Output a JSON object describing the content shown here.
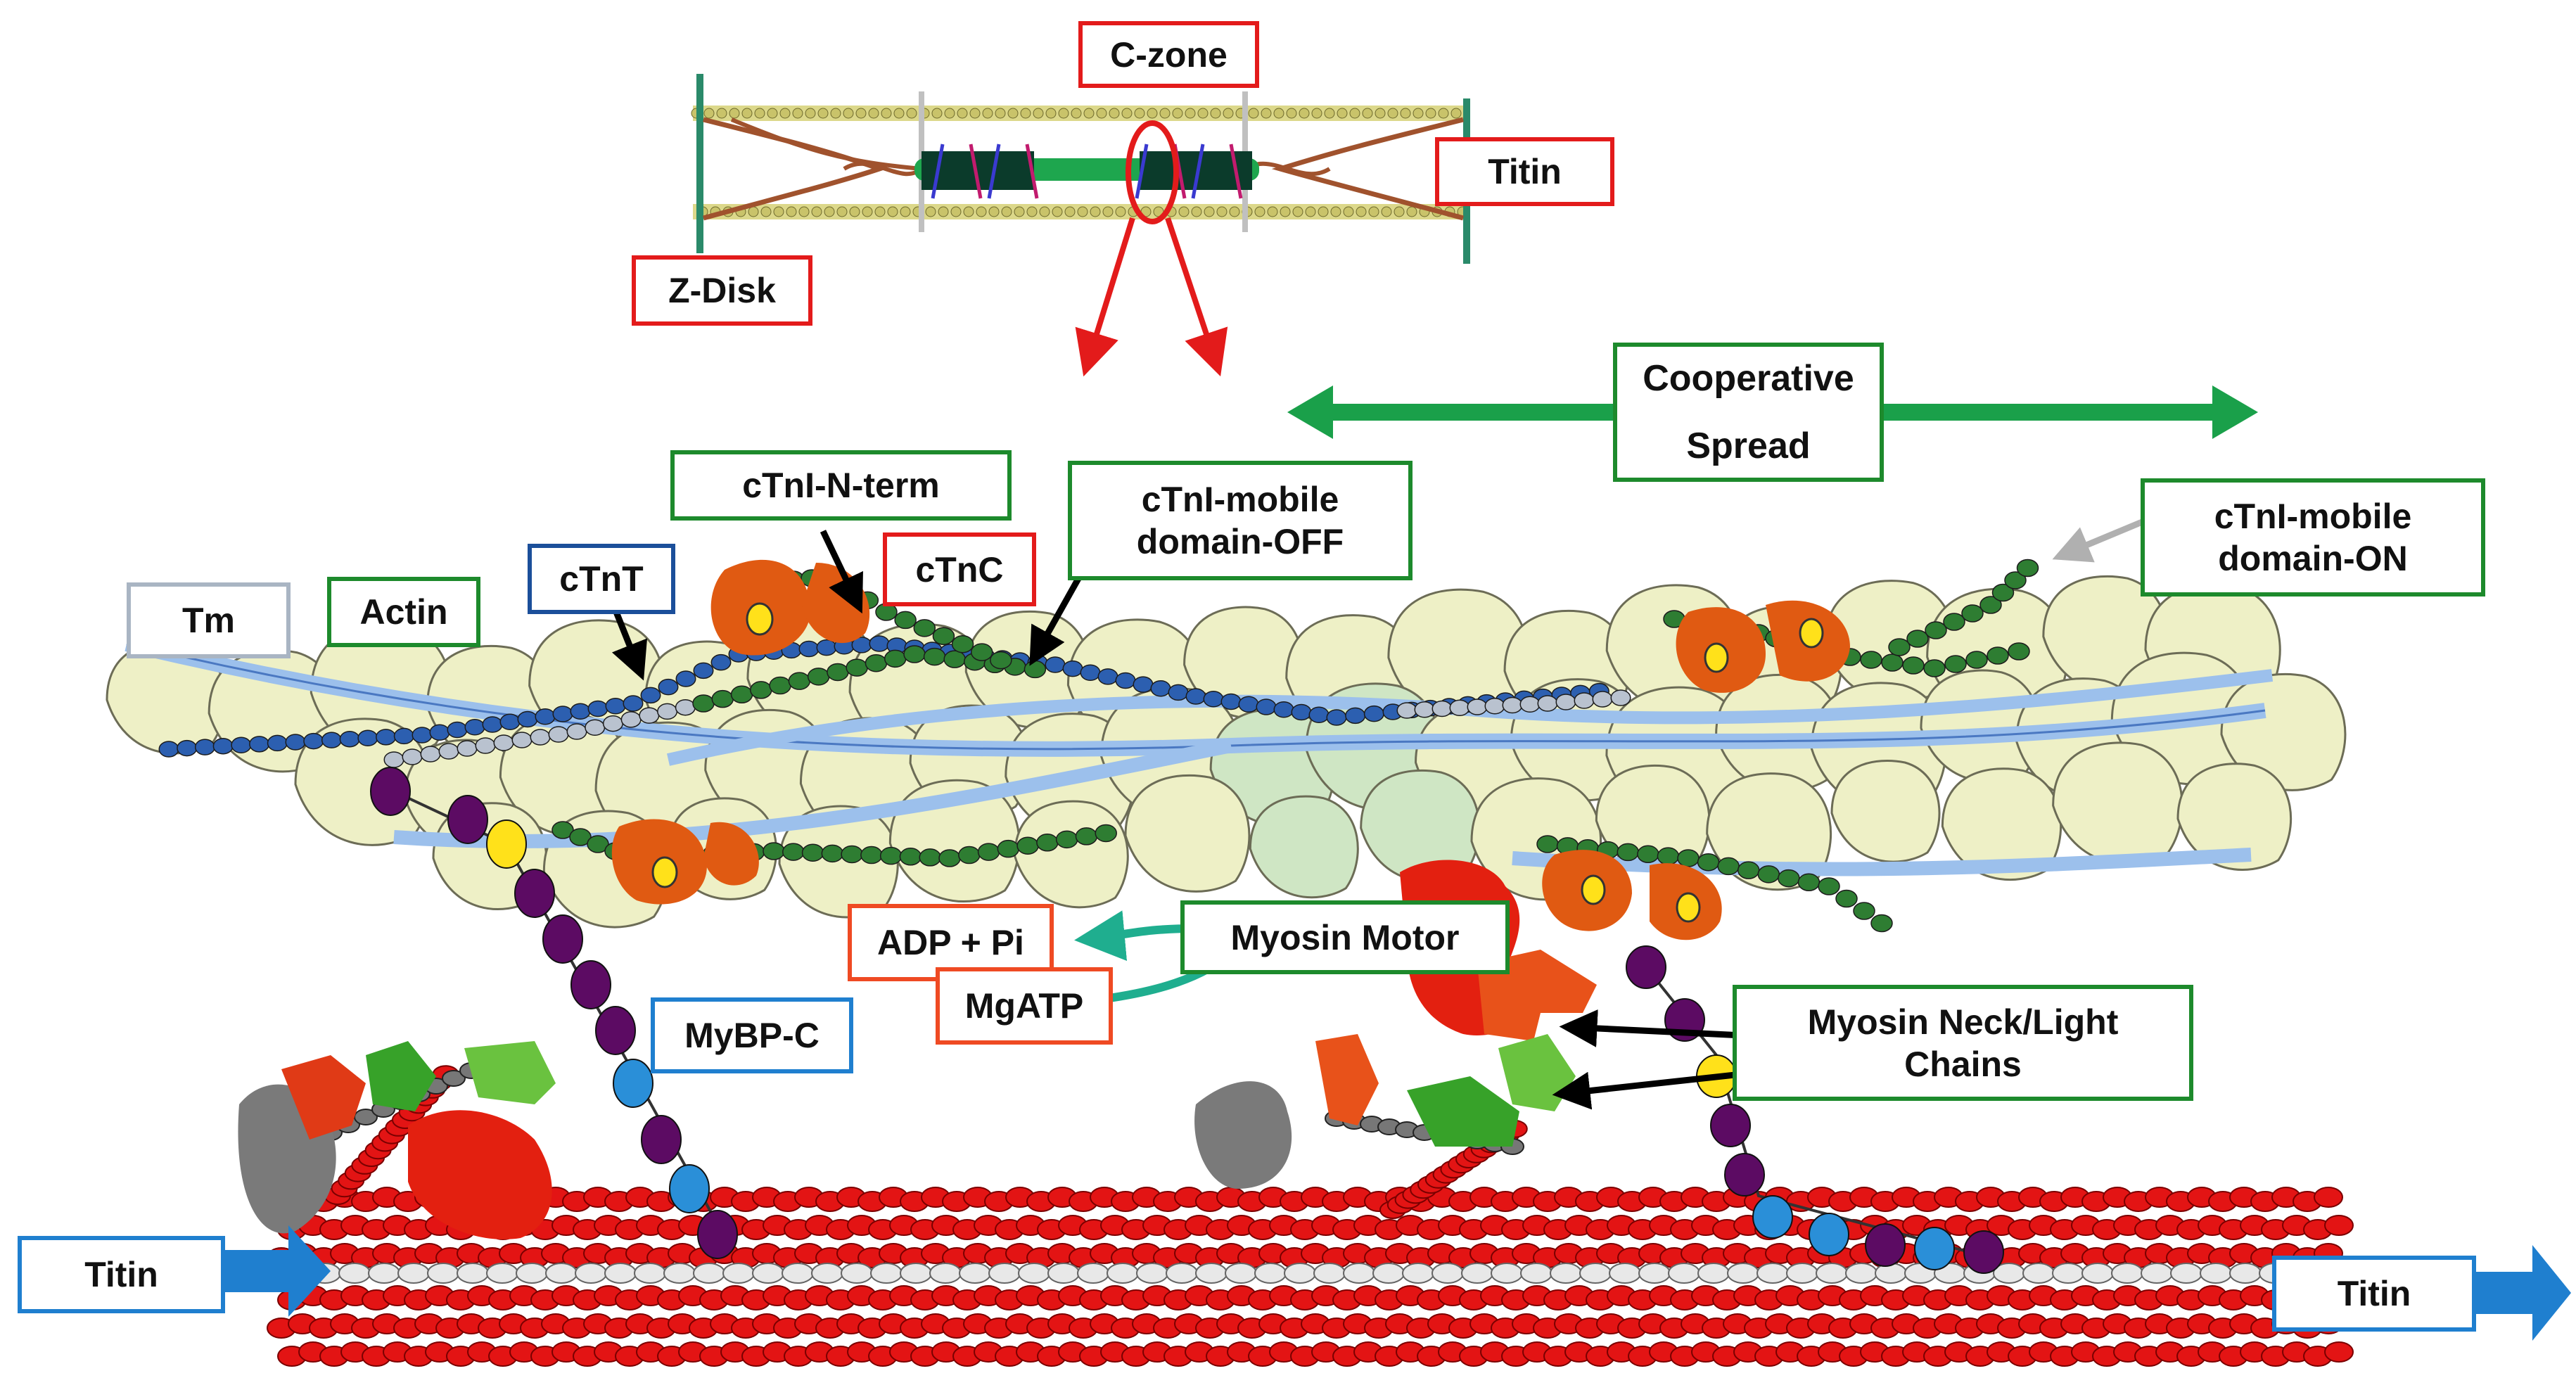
{
  "labels": {
    "c_zone": "C-zone",
    "titin_top": "Titin",
    "z_disk": "Z-Disk",
    "cooperative_spread": "Cooperative\nSpread",
    "ctni_n_term": "cTnI-N-term",
    "ctni_mobile_off": "cTnI-mobile\ndomain-OFF",
    "ctni_mobile_on": "cTnI-mobile\ndomain-ON",
    "ctnc": "cTnC",
    "ctnt": "cTnT",
    "actin": "Actin",
    "tm": "Tm",
    "adp_pi": "ADP + Pi",
    "mgatp": "MgATP",
    "myosin_motor": "Myosin Motor",
    "mybp_c": "MyBP-C",
    "myosin_neck": "Myosin Neck/Light\nChains",
    "titin_left": "Titin",
    "titin_right": "Titin"
  },
  "colors": {
    "label_red": "#e31b1b",
    "label_green": "#1d8a2c",
    "label_blue": "#1f7fcf",
    "arrow_green": "#1aa04a",
    "actin_fill": "#eef0c6",
    "myosin_red": "#e31414",
    "titin_white": "#e8e8e8",
    "tm_blue": "#9cc0ec",
    "troponin_orange": "#e05a12",
    "tn_bead_green": "#2e7d32",
    "mybpc_purple": "#5c0b63",
    "mybpc_blue": "#2a8fd8"
  }
}
